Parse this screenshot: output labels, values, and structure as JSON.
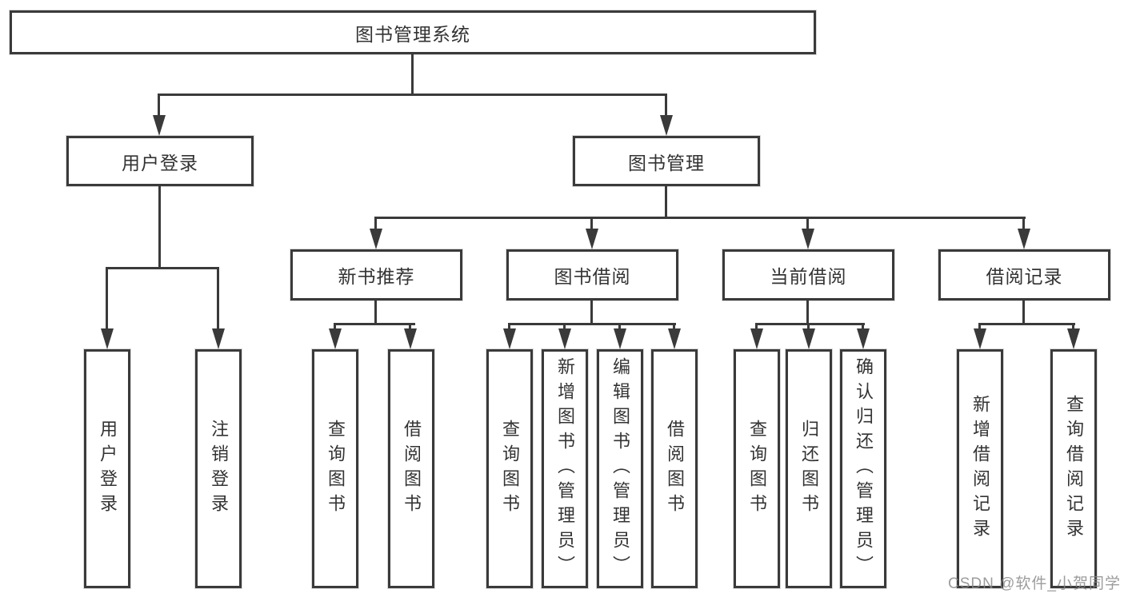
{
  "tree": {
    "label": "图书管理系统",
    "children": [
      {
        "label": "用户登录",
        "children": [
          {
            "label": "用户登录"
          },
          {
            "label": "注销登录"
          }
        ]
      },
      {
        "label": "图书管理",
        "children": [
          {
            "label": "新书推荐",
            "children": [
              {
                "label": "查询图书"
              },
              {
                "label": "借阅图书"
              }
            ]
          },
          {
            "label": "图书借阅",
            "children": [
              {
                "label": "查询图书"
              },
              {
                "label": "新增图书（管理员）"
              },
              {
                "label": "编辑图书（管理员）"
              },
              {
                "label": "借阅图书"
              }
            ]
          },
          {
            "label": "当前借阅",
            "children": [
              {
                "label": "查询图书"
              },
              {
                "label": "归还图书"
              },
              {
                "label": "确认归还（管理员）"
              }
            ]
          },
          {
            "label": "借阅记录",
            "children": [
              {
                "label": "新增借阅记录"
              },
              {
                "label": "查询借阅记录"
              }
            ]
          }
        ]
      }
    ]
  },
  "watermark": {
    "text": "CSDN @软件_小贺同学"
  },
  "colors": {
    "line": "#3a3a3a",
    "text": "#333333",
    "box_background": "#ffffff",
    "page_background": "#ffffff",
    "watermark": "#868686"
  }
}
